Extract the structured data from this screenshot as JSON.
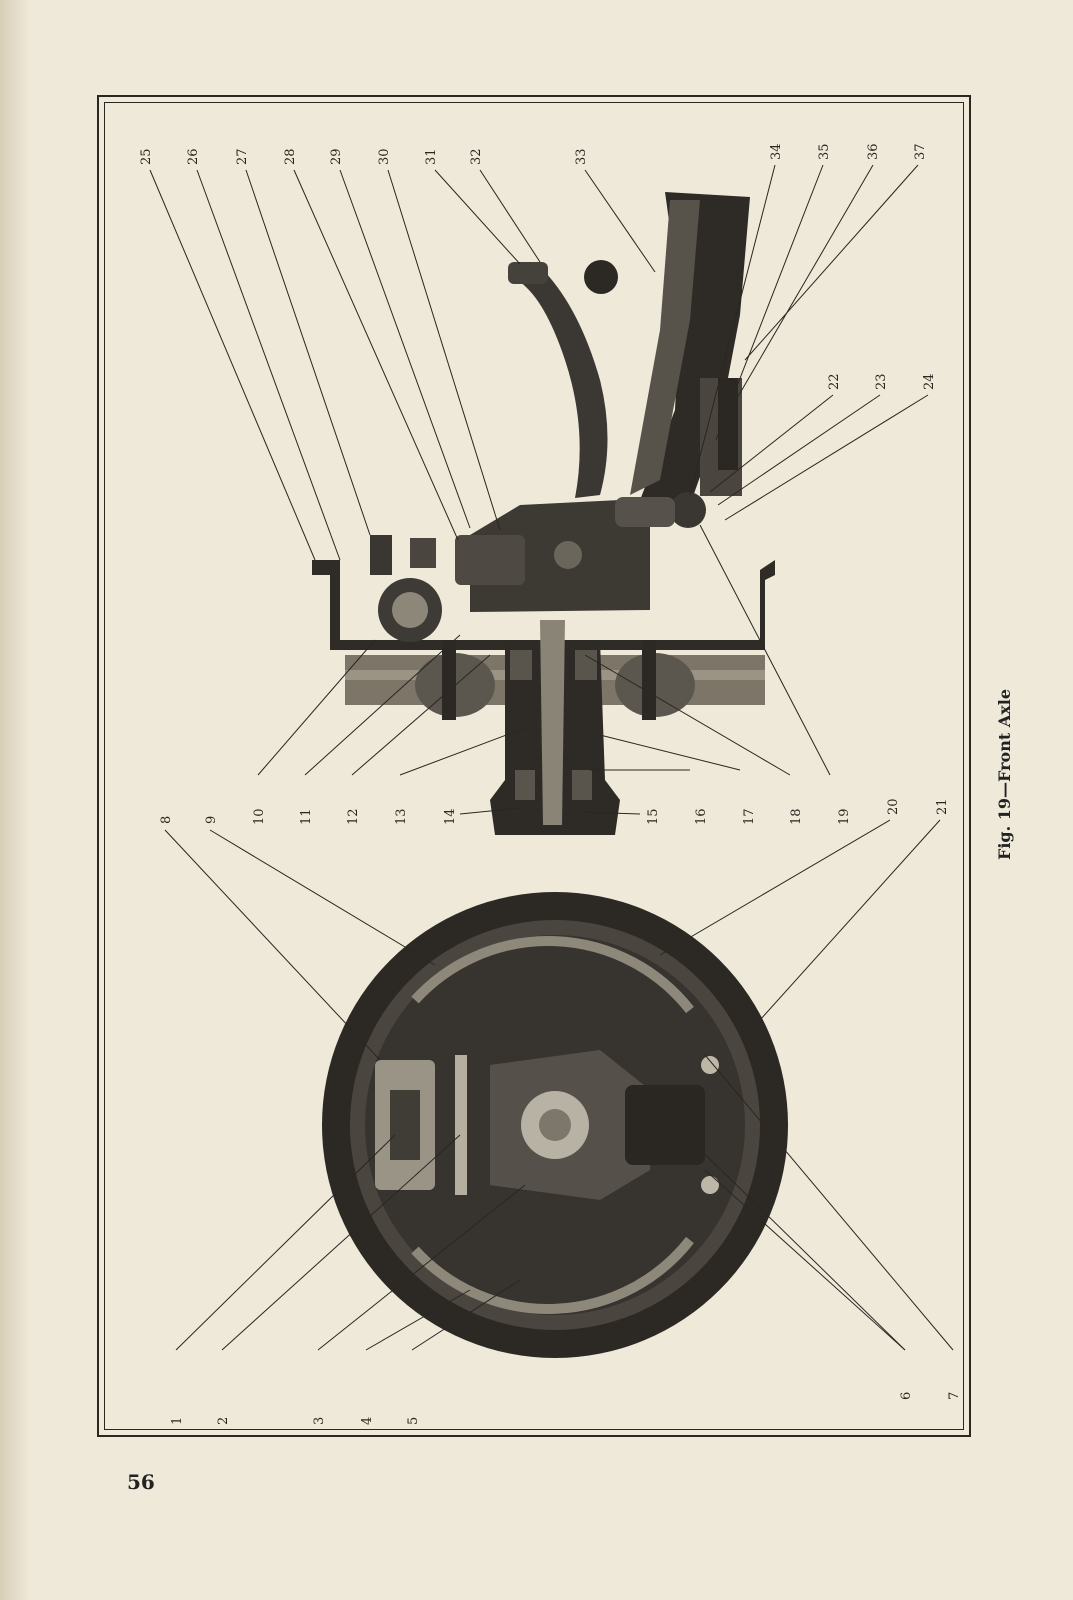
{
  "page": {
    "number": "56"
  },
  "figure": {
    "caption": "Fig. 19—Front Axle",
    "callouts": [
      "1",
      "2",
      "3",
      "4",
      "5",
      "6",
      "7",
      "8",
      "9",
      "10",
      "11",
      "12",
      "13",
      "14",
      "15",
      "16",
      "17",
      "18",
      "19",
      "20",
      "21",
      "22",
      "23",
      "24",
      "25",
      "26",
      "27",
      "28",
      "29",
      "30",
      "31",
      "32",
      "33",
      "34",
      "35",
      "36",
      "37"
    ]
  }
}
